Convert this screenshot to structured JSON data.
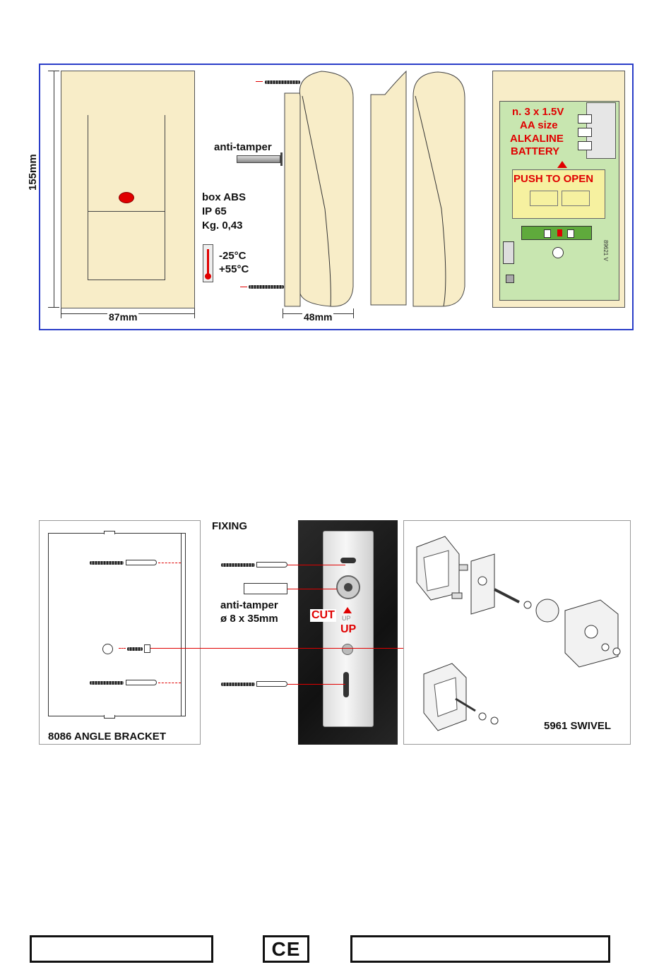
{
  "colors": {
    "beige": "#f8edc8",
    "frame_blue": "#2a3dc8",
    "label_red": "#e00000",
    "pcb_green": "#c8e6b0",
    "battery_yellow": "#f6f1a0"
  },
  "top_panel": {
    "height_label": "155mm",
    "width_label": "87mm",
    "depth_label": "48mm",
    "anti_tamper": "anti-tamper",
    "spec_lines": [
      "box ABS",
      "IP 65",
      "Kg. 0,43"
    ],
    "temp_min": "-25°C",
    "temp_max": "+55°C",
    "battery_lines": [
      "n. 3 x 1.5V",
      "AA size",
      "ALKALINE",
      "BATTERY"
    ],
    "push_to_open": "PUSH TO OPEN",
    "pcb_code": "89621 V"
  },
  "bottom_panel": {
    "fixing_title": "FIXING",
    "anti_tamper_line1": "anti-tamper",
    "anti_tamper_line2": "ø 8 x 35mm",
    "cut_label": "CUT",
    "up_small": "UP",
    "up_label": "UP",
    "angle_bracket_label": "8086 ANGLE BRACKET",
    "swivel_label": "5961 SWIVEL"
  },
  "footer": {
    "ce_mark": "CE"
  }
}
